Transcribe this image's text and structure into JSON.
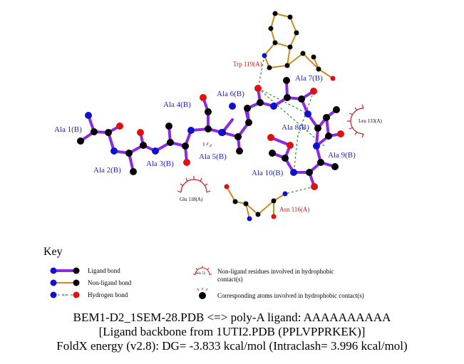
{
  "ligand_residues": [
    {
      "label": "Ala 1(B)"
    },
    {
      "label": "Ala 2(B)"
    },
    {
      "label": "Ala 3(B)"
    },
    {
      "label": "Ala 4(B)"
    },
    {
      "label": "Ala 5(B)"
    },
    {
      "label": "Ala 6(B)"
    },
    {
      "label": "Ala 7(B)"
    },
    {
      "label": "Ala 8(B)"
    },
    {
      "label": "Ala 9(B)"
    },
    {
      "label": "Ala 10(B)"
    }
  ],
  "nonligand_residues": [
    {
      "label": "Trp 119(A)"
    },
    {
      "label": "Asn 116(A)"
    }
  ],
  "hydrophobic_residues": [
    {
      "label": "Glu 118(A)"
    },
    {
      "label": "Leu 133(A)"
    }
  ],
  "key": {
    "title": "Key",
    "ligand_bond": "Ligand bond",
    "nonligand_bond": "Non-ligand bond",
    "hydrogen_bond": "Hydrogen bond",
    "hbond_distance_sample": "3.0",
    "hydrophobic_sample": "His 53",
    "hydrophobic_residues_line1": "Non-ligand residues involved in hydrophobic",
    "hydrophobic_residues_line2": "contact(s)",
    "hydrophobic_atoms": "Corresponding atoms involved in hydrophobic contact(s)"
  },
  "caption": {
    "line1": "BEM1-D2_1SEM-28.PDB <=> poly-A ligand: AAAAAAAAAA",
    "line2": "[Ligand backbone from 1UTI2.PDB (PPLVPPRKEK)]",
    "line3": "FoldX energy (v2.8): DG= -3.833 kcal/mol (Intraclash= 3.996 kcal/mol)"
  },
  "colors": {
    "ligand_bond": "#8a2be2",
    "nonligand_bond": "#cc8a1e",
    "hbond": "#2a8a2a",
    "carbon": "#000000",
    "nitrogen": "#1010d0",
    "oxygen": "#e01010",
    "hydrophobic": "#c02020"
  }
}
